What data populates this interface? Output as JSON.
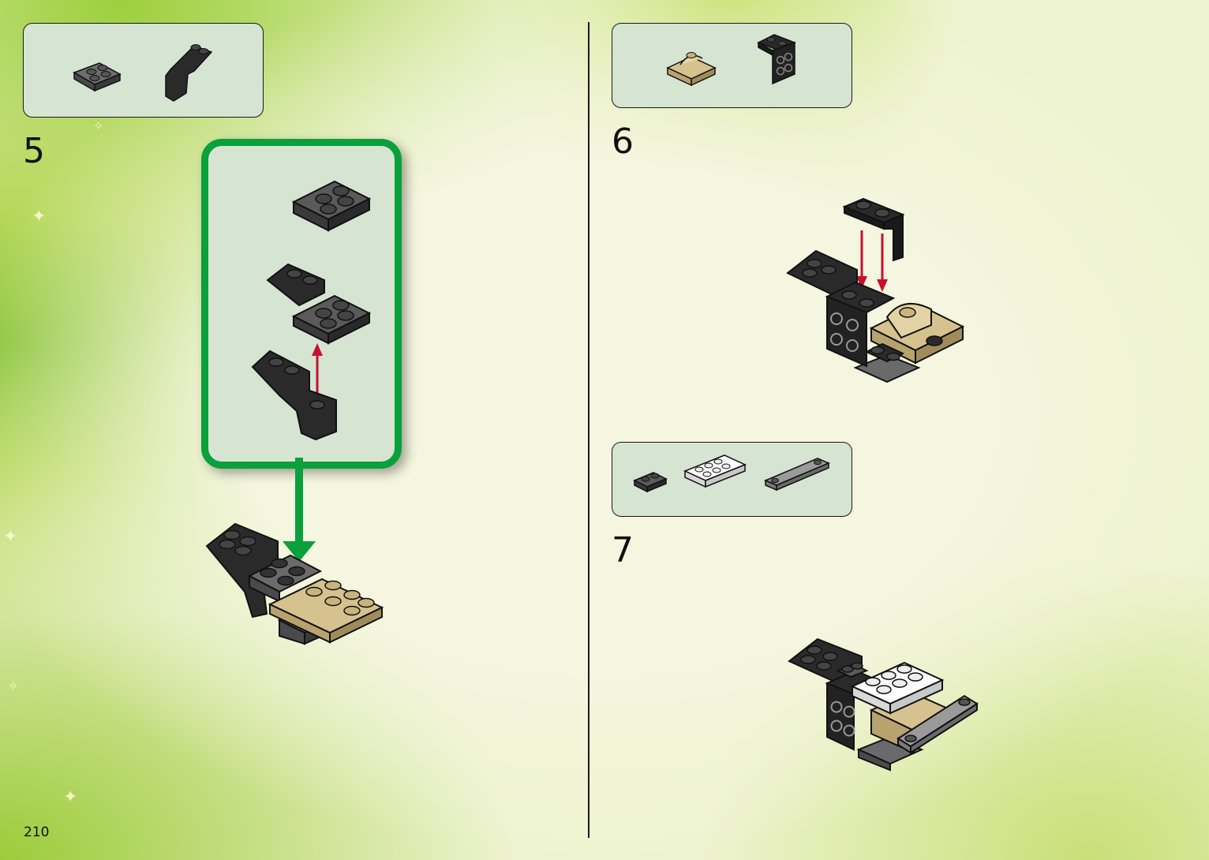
{
  "page": {
    "number": "210",
    "accent_color": "#0aa03c",
    "arrow_color": "#c8102e"
  },
  "steps": [
    {
      "number": "5",
      "parts": [
        "dark-gray-plate-2x2",
        "black-arch-bracket"
      ]
    },
    {
      "number": "6",
      "parts": [
        "tan-curved-slope-2x2",
        "black-bracket-2x2"
      ]
    },
    {
      "number": "7",
      "parts": [
        "dark-gray-plate-1x2",
        "white-plate-2x4",
        "gray-tile-1x6"
      ]
    }
  ]
}
